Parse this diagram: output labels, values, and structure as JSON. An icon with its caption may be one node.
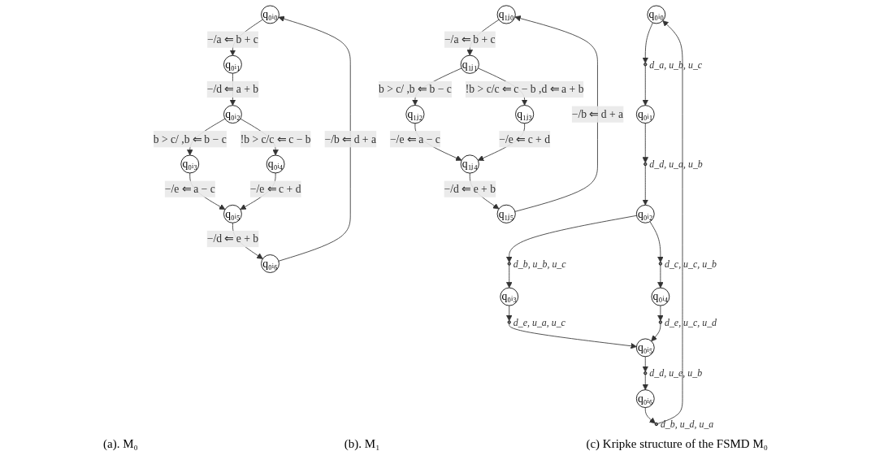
{
  "diagram": {
    "nodes": [
      {
        "text": [
          "q₀ᵢ₀"
        ]
      },
      {
        "text": [
          "q₀ᵢ₁"
        ]
      },
      {
        "text": [
          "q₀ᵢ₂"
        ]
      },
      {
        "text": [
          "q₀ᵢ₃"
        ]
      },
      {
        "text": [
          "q₀ᵢ₄"
        ]
      },
      {
        "text": [
          "q₀ᵢ₅"
        ]
      },
      {
        "text": [
          "q₀ᵢ₆"
        ]
      },
      {
        "text": [
          "q₁ⱼ₀"
        ]
      },
      {
        "text": [
          "q₁ⱼ₁"
        ]
      },
      {
        "text": [
          "q₁ⱼ₂"
        ]
      },
      {
        "text": [
          "q₁ⱼ₃"
        ]
      },
      {
        "text": [
          "q₁ⱼ₄"
        ]
      },
      {
        "text": [
          "q₁ⱼ₅"
        ]
      },
      {
        "text": [
          "q₀ᵢ₀"
        ]
      },
      {
        "text": [],
        "shape": "circle",
        "beside": [
          "d_a, u_b, u_c"
        ]
      },
      {
        "text": [
          "q₀ᵢ₁"
        ]
      },
      {
        "text": [],
        "shape": "circle",
        "beside": [
          "d_d, u_a, u_b"
        ]
      },
      {
        "text": [
          "q₀ᵢ₂"
        ]
      },
      {
        "text": [],
        "shape": "circle",
        "beside": [
          "d_b, u_b, u_c"
        ]
      },
      {
        "text": [],
        "shape": "circle",
        "beside": [
          "d_c, u_c, u_b"
        ]
      },
      {
        "text": [
          "q₀ᵢ₃"
        ]
      },
      {
        "text": [
          "q₀ᵢ₄"
        ]
      },
      {
        "text": [],
        "shape": "circle",
        "beside": [
          "d_e, u_a, u_c"
        ]
      },
      {
        "text": [],
        "shape": "circle",
        "beside": [
          "d_e, u_c, u_d"
        ]
      },
      {
        "text": [
          "q₀ᵢ₅"
        ]
      },
      {
        "text": [],
        "shape": "circle",
        "beside": [
          "d_b, u_d, u_a"
        ]
      },
      {
        "text": [],
        "shape": "circle",
        "beside": [
          "d_d, u_e, u_b"
        ]
      },
      {
        "text": [
          "q₀ᵢ₆"
        ]
      }
    ],
    "edges": [
      {
        "from": 0,
        "to": 1,
        "arrow": "to",
        "label": "−/a ⇐ b + c"
      },
      {
        "from": 1,
        "to": 2,
        "arrow": "to",
        "label": "−/d ⇐ a + b"
      },
      {
        "from": 2,
        "to": 3,
        "arrow": "to",
        "label": "b > c/ ,b ⇐ b − c"
      },
      {
        "from": 2,
        "to": 4,
        "arrow": "to",
        "label": "!b > c/c ⇐ c − b"
      },
      {
        "from": 3,
        "to": 5,
        "arrow": "to",
        "label": "−/e ⇐ a − c"
      },
      {
        "from": 4,
        "to": 5,
        "arrow": "to",
        "label": "−/e ⇐ c + d"
      },
      {
        "from": 5,
        "to": 6,
        "arrow": "to",
        "label": "−/d ⇐ e + b"
      },
      {
        "from": 6,
        "to": 0,
        "arrow": "to",
        "label": "−/b ⇐ d + a"
      },
      {
        "from": 7,
        "to": 8,
        "arrow": "to",
        "label": "−/a ⇐ b + c"
      },
      {
        "from": 8,
        "to": 9,
        "arrow": "to",
        "label": "b > c/ ,b ⇐ b − c"
      },
      {
        "from": 8,
        "to": 10,
        "arrow": "to",
        "label": "!b > c/c ⇐ c − b ,d ⇐ a + b"
      },
      {
        "from": 9,
        "to": 11,
        "arrow": "to",
        "label": "−/e ⇐ a − c"
      },
      {
        "from": 10,
        "to": 11,
        "arrow": "to",
        "label": "−/e ⇐ c + d"
      },
      {
        "from": 11,
        "to": 12,
        "arrow": "to",
        "label": "−/d ⇐ e + b"
      },
      {
        "from": 12,
        "to": 7,
        "arrow": "to",
        "label": "−/b ⇐ d + a"
      },
      {
        "from": 13,
        "to": 14,
        "arrow": "to"
      },
      {
        "from": 14,
        "to": 15,
        "arrow": "to"
      },
      {
        "from": 15,
        "to": 16,
        "arrow": "to"
      },
      {
        "from": 16,
        "to": 17,
        "arrow": "to"
      },
      {
        "from": 17,
        "to": 18,
        "arrow": "to"
      },
      {
        "from": 17,
        "to": 19,
        "arrow": "to"
      },
      {
        "from": 18,
        "to": 20,
        "arrow": "to"
      },
      {
        "from": 19,
        "to": 21,
        "arrow": "to"
      },
      {
        "from": 20,
        "to": 22,
        "arrow": "to"
      },
      {
        "from": 21,
        "to": 23,
        "arrow": "to"
      },
      {
        "from": 22,
        "to": 24,
        "arrow": "to"
      },
      {
        "from": 23,
        "to": 24,
        "arrow": "to"
      },
      {
        "from": 24,
        "to": 26,
        "arrow": "to"
      },
      {
        "from": 26,
        "to": 27,
        "arrow": "to"
      },
      {
        "from": 27,
        "to": 25,
        "arrow": "to"
      },
      {
        "from": 25,
        "to": 13,
        "arrow": "to"
      }
    ],
    "labels": [
      "(a). M₀",
      "(b). M₁",
      "(c) Kripke structure of the FSMD M₀"
    ]
  }
}
